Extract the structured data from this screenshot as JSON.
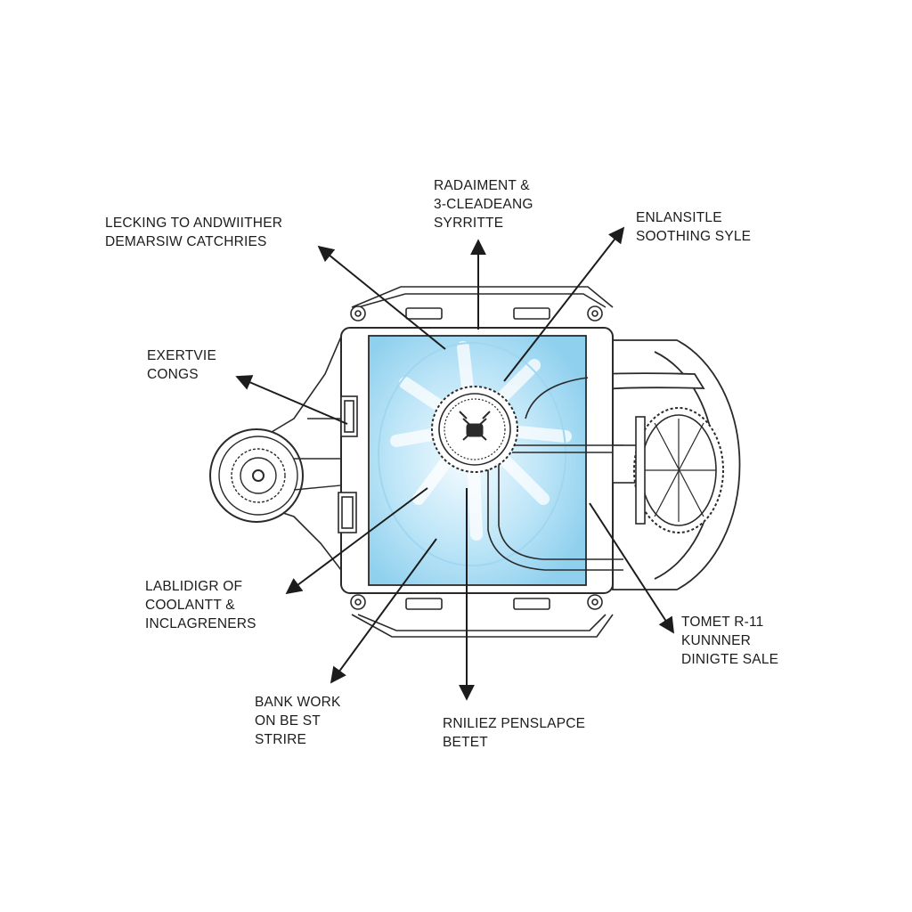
{
  "callouts": {
    "top_center": [
      "RADAIMENT &",
      "3-CLEADEANG",
      "SYRRITTE"
    ],
    "top_left": [
      "LECKING TO ANDWIITHER",
      "DEMARSIW CATCHRIES"
    ],
    "top_right": [
      "ENLANSITLE",
      "SOOTHING SYLE"
    ],
    "mid_left": [
      "EXERTVIE",
      "CONGS"
    ],
    "lower_left": [
      "LABLIDIGR OF",
      "COOLANTT &",
      "INCLAGRENERS"
    ],
    "bottom_left": [
      "BANK WORK",
      "ON BE ST",
      "STRIRE"
    ],
    "bottom_center": [
      "RNILIEZ PENSLAPCE",
      "BETET"
    ],
    "bottom_right": [
      "TOMET R-11",
      "KUNNNER",
      "DINIGTE SALE"
    ]
  },
  "colors": {
    "ink": "#1c1c1c",
    "panel_light": "#d8f0fb",
    "panel_deep": "#8fd0ee",
    "outline": "#2a2a2a"
  }
}
